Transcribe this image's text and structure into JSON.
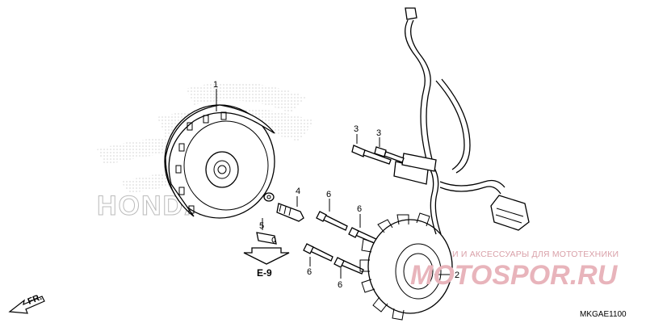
{
  "callouts": [
    {
      "id": "1",
      "label": "1"
    },
    {
      "id": "2",
      "label": "2"
    },
    {
      "id": "3a",
      "label": "3"
    },
    {
      "id": "3b",
      "label": "3"
    },
    {
      "id": "4",
      "label": "4"
    },
    {
      "id": "5",
      "label": "5"
    },
    {
      "id": "6a",
      "label": "6"
    },
    {
      "id": "6b",
      "label": "6"
    },
    {
      "id": "6c",
      "label": "6"
    },
    {
      "id": "6d",
      "label": "6"
    }
  ],
  "reference_label": "E-9",
  "direction_label": "FR.",
  "diagram_code": "MKGAE1100",
  "watermark": {
    "tagline": "И И АКСЕССУАРЫ ДЛЯ МОТОТЕХНИКИ",
    "logo_text": "MOTOSPOR.RU"
  },
  "background_brand": "HONDA",
  "colors": {
    "line": "#000000",
    "watermark": "#e8b4bb",
    "brand_outline": "#bbbbbb"
  }
}
